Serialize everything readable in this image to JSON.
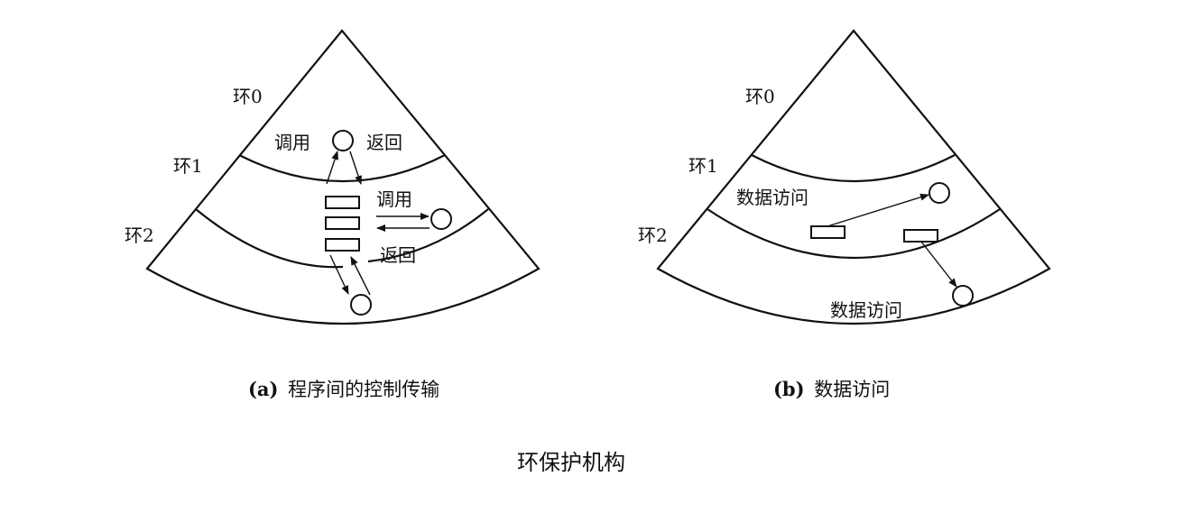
{
  "diagram_a": {
    "ring0": "环0",
    "ring1": "环1",
    "ring2": "环2",
    "call_label_top": "调用",
    "return_label_top": "返回",
    "call_label_mid": "调用",
    "return_label_mid": "返回",
    "caption_prefix": "(a)",
    "caption_text": "程序间的控制传输"
  },
  "diagram_b": {
    "ring0": "环0",
    "ring1": "环1",
    "ring2": "环2",
    "access_label_1": "数据访问",
    "access_label_2": "数据访问",
    "caption_prefix": "(b)",
    "caption_text": "数据访问"
  },
  "figure_title": "环保护机构"
}
